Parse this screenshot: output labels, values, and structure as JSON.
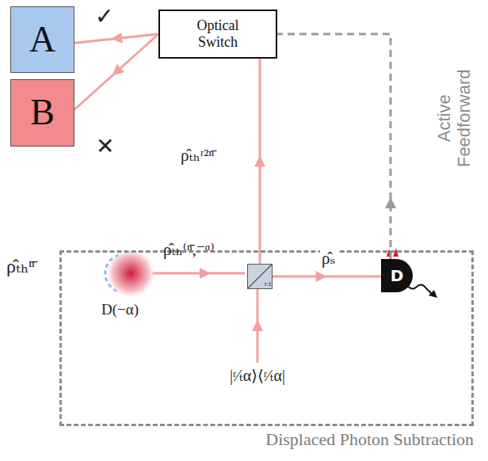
{
  "diagram": {
    "nodes": [
      {
        "text": [
          "A"
        ]
      },
      {
        "text": [
          "B"
        ]
      },
      {
        "text": [
          "Optical Switch"
        ]
      },
      {
        "text": [
          "Displaced Photon Subtraction"
        ]
      },
      {
        "text": [
          "r:t"
        ],
        "in": 3
      },
      {
        "text": [
          "D"
        ],
        "in": 3
      }
    ],
    "edges": [
      {
        "from": 2,
        "to": 0,
        "arrow": "to"
      },
      {
        "from": 2,
        "to": 1,
        "arrow": "to"
      },
      {
        "from": 4,
        "to": 2,
        "arrow": "to",
        "label": "ρ̂ₜₕʳ²ⁿ̄"
      },
      {
        "from": 4,
        "to": 5,
        "arrow": "to",
        "label": "ρ̂ₛ"
      },
      {
        "from": 5,
        "to": 2,
        "arrow": "to"
      }
    ],
    "labels": [
      "✓",
      "✕",
      "ρ̂ₜₕⁿ̄",
      "D(−α)",
      "ρ̂ₜₕ⁽ⁿ̄,⁻ᵅ⁾",
      "|ʳ⁄ₜα⟩⟨ʳ⁄ₜα|",
      "Active Feedforward"
    ]
  }
}
